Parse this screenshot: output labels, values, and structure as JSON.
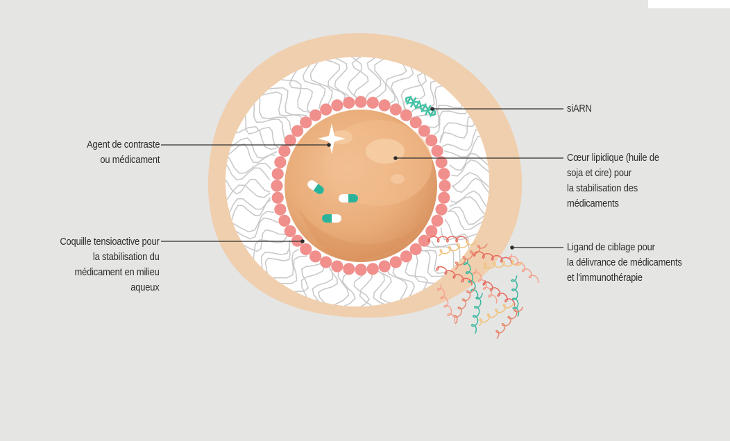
{
  "colors": {
    "background": "#e5e5e4",
    "outer_membrane": "#f0cfae",
    "interior": "#ffffff",
    "chains": "#c9c9c9",
    "surfactant_beads": "#f08f8c",
    "lipid_core": "#e8ac78",
    "drug_capsule": "#2bb39a",
    "sirna": "#45c2a5",
    "ligand_red": "#e56b5f",
    "ligand_teal": "#3ab8a0",
    "ligand_yellow": "#f2c27a",
    "leader_line": "#2d2d2d",
    "text": "#2d2d2d"
  },
  "labels": {
    "agent": "Agent de contraste\nou médicament",
    "shell": "Coquille tensioactive pour\nla stabilisation du\nmédicament en milieu\naqueux",
    "sirna": "siARN",
    "core": "Cœur lipidique (huile de\nsoja et cire) pour\nla stabilisation des\nmédicaments",
    "ligand": "Ligand de ciblage pour\nla délivrance de médicaments\net l'immunothérapie"
  },
  "icons": [
    "lipid-core-icon",
    "surfactant-bead-icon",
    "drug-capsule-icon",
    "sirna-helix-icon",
    "targeting-ligand-icon",
    "sparkle-icon"
  ]
}
